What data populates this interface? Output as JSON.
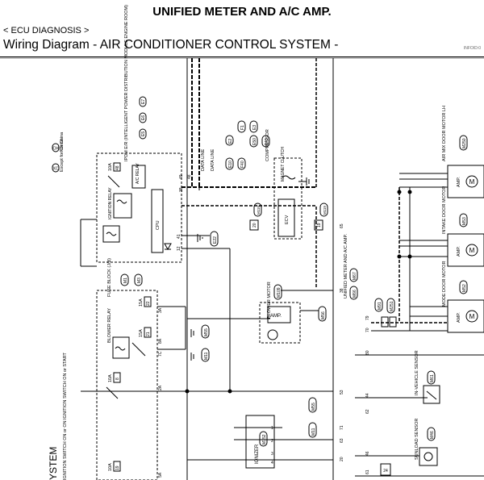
{
  "header": {
    "title": "UNIFIED METER AND A/C AMP.",
    "section": "< ECU DIAGNOSIS >",
    "page_heading": "Wiring Diagram - AIR CONDITIONER CONTROL SYSTEM -",
    "corner_tag": "INFOID:0"
  },
  "legend": [
    {
      "code": "CH",
      "text": "For China"
    },
    {
      "code": "XC",
      "text": "Except for China"
    }
  ],
  "ipdm": {
    "title": "IPDM E/R (INTELLIGENT POWER DISTRIBUTION MODULE ENGINE ROOM)",
    "connectors": [
      "E5",
      "E6",
      "E7"
    ],
    "fuse": "10A",
    "fuse_no": "48",
    "relay_ac": "A/C RELAY",
    "relay_ign": "IGNITION RELAY",
    "cpu": "CPU",
    "pins": [
      "49",
      "38",
      "48",
      "41",
      "12"
    ],
    "ground": "E22"
  },
  "data_lines": {
    "left": "DATA LINE",
    "right": "DATA LINE"
  },
  "compressor": {
    "label": "COMPRESSOR",
    "connector": "F43",
    "clutch": "MAGNET CLUTCH",
    "ecv": "ECV",
    "tags": [
      "E2",
      "F1",
      "E10",
      "F40",
      "E3",
      "E50"
    ],
    "pins": [
      "20",
      "19",
      "M119",
      "M119"
    ]
  },
  "fuse_block": {
    "title": "FUSE BLOCK (J/B)",
    "connectors": [
      "M1",
      "M3"
    ],
    "relay": "BLOWER RELAY",
    "fuses": [
      "15A",
      "15A",
      "10A",
      "10A"
    ],
    "fuse_nos": [
      "22",
      "21",
      "8",
      "19"
    ],
    "pins": [
      "3A",
      "8A",
      "7C",
      "2A",
      "5A"
    ],
    "grounds": [
      "M55",
      "M11",
      "M55",
      "M11"
    ]
  },
  "ignition_switch": {
    "label": "IGNITION SWITCH ON or START",
    "label2": "IGNITION SWITCH ON or ON"
  },
  "system_label": "YSTEM",
  "blower_motor": {
    "label": "BLOWER MOTOR",
    "connector": "M109",
    "amp": "AMP.",
    "ground": "M56"
  },
  "ionizer": {
    "label": "IONIZER",
    "connector": "M152",
    "pins": [
      "1",
      "2",
      "3",
      "4"
    ]
  },
  "unified_meter": {
    "label": "UNIFIED METER AND A/C AMP.",
    "connectors": [
      "M66",
      "M67"
    ],
    "pins": [
      "65",
      "38",
      "70",
      "79",
      "80",
      "44",
      "53",
      "62",
      "63",
      "46",
      "20",
      "71",
      "61"
    ],
    "pin_tags": [
      "M91",
      "M251"
    ]
  },
  "actuators": [
    {
      "label": "AIR MIX DOOR MOTOR LH",
      "connector": "M250",
      "amp": "AMP."
    },
    {
      "label": "INTAKE DOOR MOTOR",
      "connector": "M53",
      "amp": "AMP."
    },
    {
      "label": "MODE DOOR MOTOR",
      "connector": "M52",
      "amp": "AMP."
    }
  ],
  "sensors": [
    {
      "label": "IN-VEHICLE SENSOR",
      "connector": "M61"
    },
    {
      "label": "SUNLOAD SENSOR",
      "connector": "M46"
    }
  ],
  "bottom_tag": "24"
}
